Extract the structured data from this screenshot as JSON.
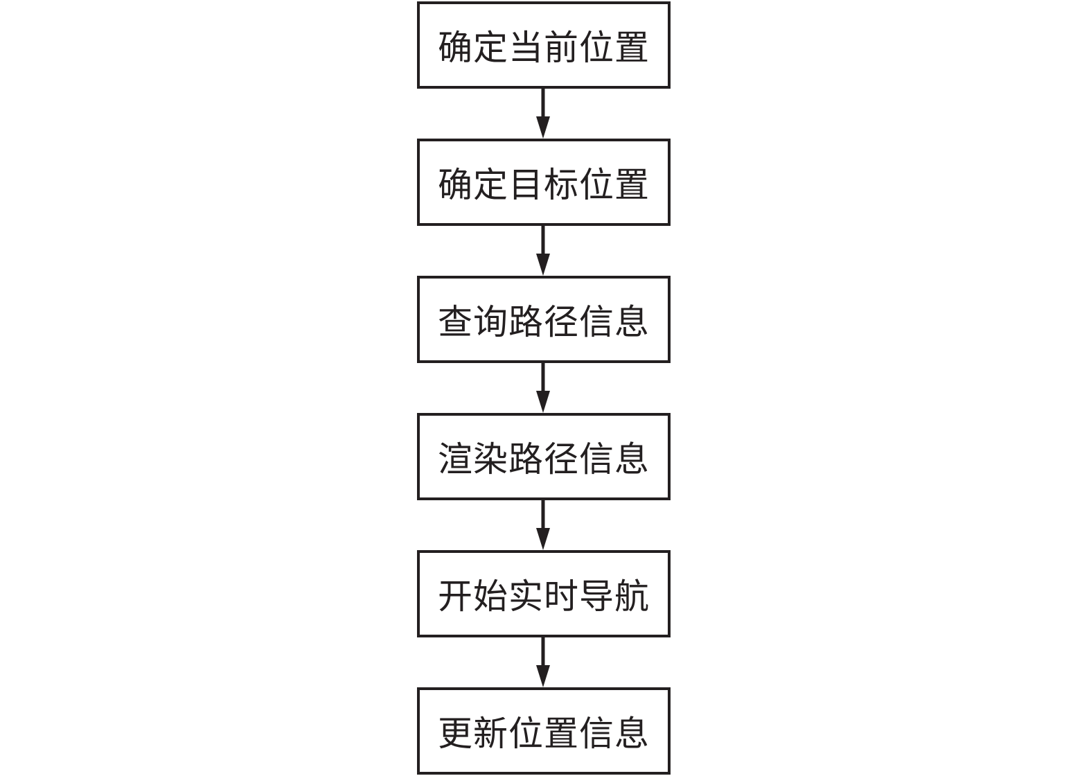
{
  "flowchart": {
    "steps": [
      {
        "label": "确定当前位置"
      },
      {
        "label": "确定目标位置"
      },
      {
        "label": "查询路径信息"
      },
      {
        "label": "渲染路径信息"
      },
      {
        "label": "开始实时导航"
      },
      {
        "label": "更新位置信息"
      }
    ],
    "line_color": "#231f20"
  }
}
